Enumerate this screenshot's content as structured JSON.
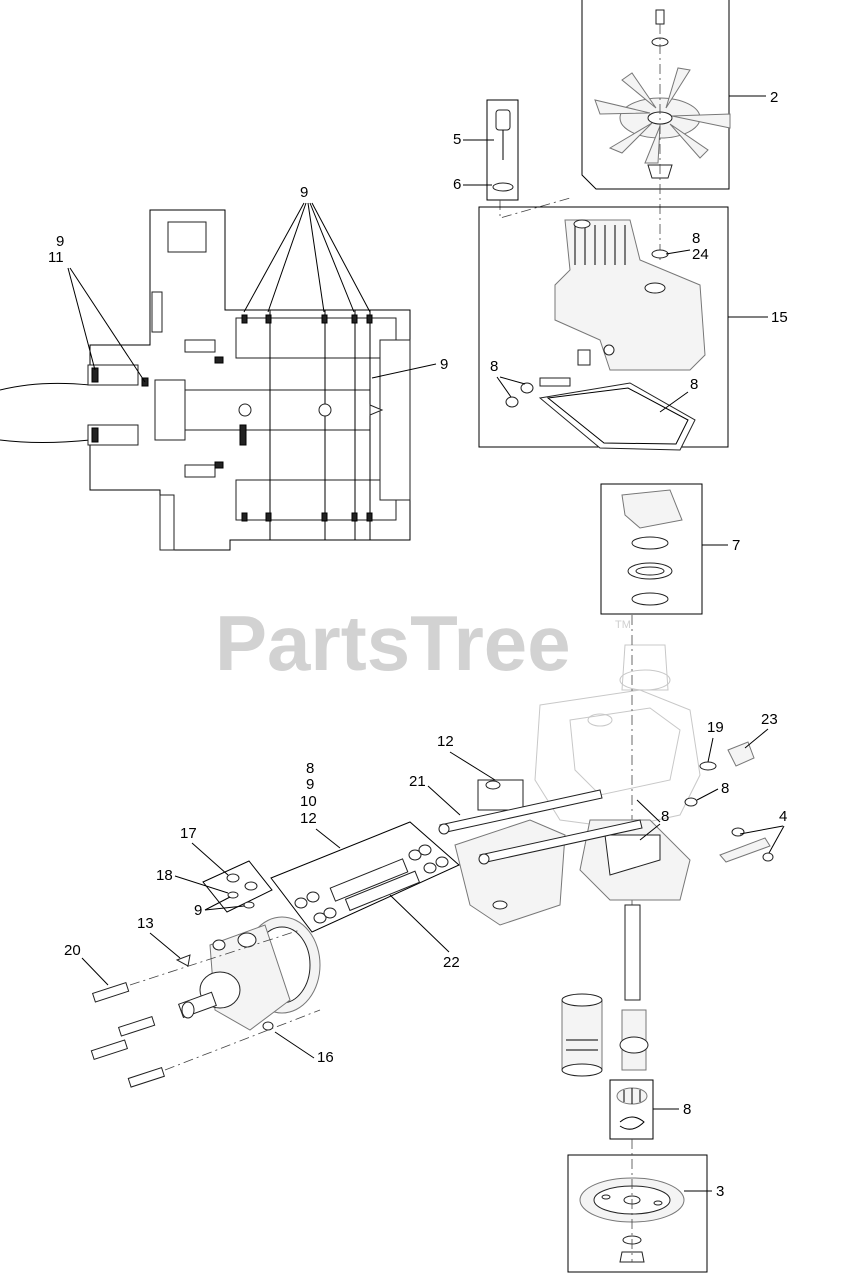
{
  "watermark": {
    "text": "PartsTree",
    "tm": "TM"
  },
  "callouts": {
    "c_9_top": "9",
    "c_9_left": "9",
    "c_11_left": "11",
    "c_9_right": "9",
    "c_5": "5",
    "c_6": "6",
    "c_2": "2",
    "c_8_fanhub": "8",
    "c_24": "24",
    "c_15": "15",
    "c_8_washers": "8",
    "c_8_gasket": "8",
    "c_7": "7",
    "c_19": "19",
    "c_23": "23",
    "c_12_top": "12",
    "c_21": "21",
    "c_8_kit": "8",
    "c_9_kit": "9",
    "c_10_kit": "10",
    "c_12_kit": "12",
    "c_8_oring1": "8",
    "c_8_oring2": "8",
    "c_4": "4",
    "c_17": "17",
    "c_18": "18",
    "c_9_small": "9",
    "c_13": "13",
    "c_20": "20",
    "c_22": "22",
    "c_16": "16",
    "c_8_bearing": "8",
    "c_3": "3"
  }
}
